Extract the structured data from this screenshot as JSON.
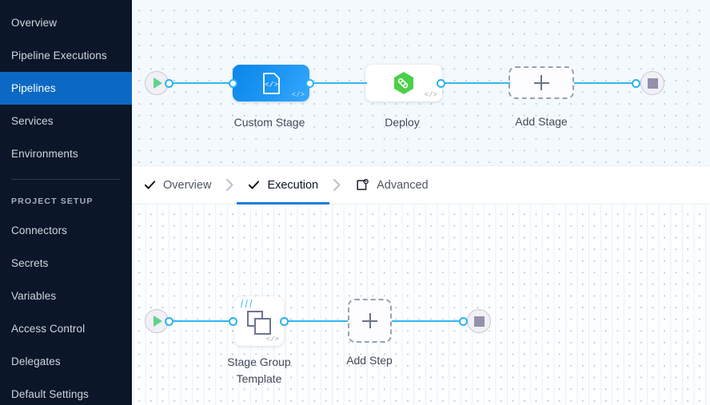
{
  "sidebar": {
    "items": [
      {
        "label": "Overview",
        "active": false
      },
      {
        "label": "Pipeline Executions",
        "active": false
      },
      {
        "label": "Pipelines",
        "active": true
      },
      {
        "label": "Services",
        "active": false
      },
      {
        "label": "Environments",
        "active": false
      }
    ],
    "section_label": "PROJECT SETUP",
    "setup_items": [
      {
        "label": "Connectors"
      },
      {
        "label": "Secrets"
      },
      {
        "label": "Variables"
      },
      {
        "label": "Access Control"
      },
      {
        "label": "Delegates"
      },
      {
        "label": "Default Settings"
      }
    ],
    "active_color": "#0b69c4",
    "background_color": "#0b1628"
  },
  "tabs": {
    "items": [
      {
        "label": "Overview",
        "icon": "check-icon",
        "active": false
      },
      {
        "label": "Execution",
        "icon": "check-icon",
        "active": true
      },
      {
        "label": "Advanced",
        "icon": "advanced-gear-icon",
        "active": false
      }
    ],
    "separator_icon": "chevron-right-icon",
    "active_underline_color": "#1b7fd6"
  },
  "stage_canvas": {
    "start_node": {
      "icon": "play-icon",
      "color": "#5fd38d"
    },
    "end_node": {
      "icon": "stop-icon",
      "color": "#9292aa"
    },
    "stages": [
      {
        "label": "Custom Stage",
        "icon": "custom-stage-code-icon",
        "type": "custom",
        "badge": "</>"
      },
      {
        "label": "Deploy",
        "icon": "deploy-hexagon-infinity-icon",
        "type": "deploy",
        "badge": "</>",
        "icon_color": "#4ad04a"
      }
    ],
    "add_stage": {
      "label": "Add Stage",
      "icon": "plus-icon"
    },
    "link_color": "#32b7f0"
  },
  "step_canvas": {
    "start_node": {
      "icon": "play-icon",
      "color": "#5fd38d"
    },
    "end_node": {
      "icon": "stop-icon",
      "color": "#9292aa"
    },
    "steps": [
      {
        "label": "Stage Group\nTemplate",
        "icon": "stage-group-template-icon",
        "badge": "</>",
        "template_mark": "|||"
      }
    ],
    "add_step": {
      "label": "Add Step",
      "icon": "plus-icon"
    },
    "link_color": "#32b7f0"
  }
}
